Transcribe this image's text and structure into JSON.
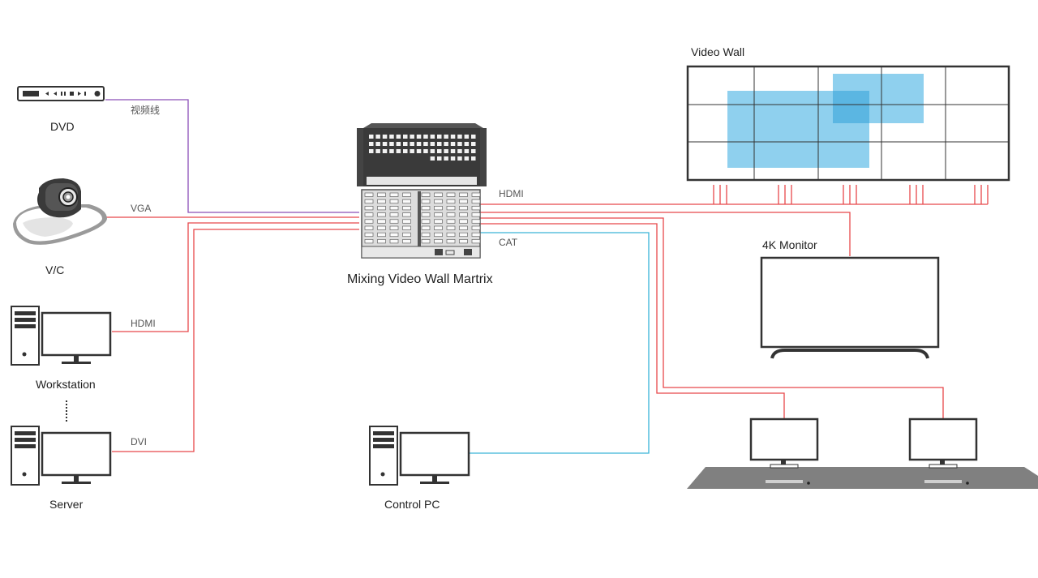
{
  "devices": {
    "dvd": "DVD",
    "vc": "V/C",
    "workstation": "Workstation",
    "server": "Server",
    "control_pc": "Control PC",
    "matrix": "Mixing Video Wall Martrix",
    "video_wall": "Video Wall",
    "monitor_4k": "4K Monitor"
  },
  "cables": {
    "dvd": "视频线",
    "vc": "VGA",
    "workstation": "HDMI",
    "server": "DVI",
    "output": "HDMI",
    "control": "CAT"
  },
  "colors": {
    "video_cable": "#8b4fb8",
    "signal_cable": "#e8484a",
    "control_cable": "#3ab4d8",
    "window": "#8fd0ee",
    "window_overlap": "#5bb6e2",
    "desk": "#808080"
  }
}
